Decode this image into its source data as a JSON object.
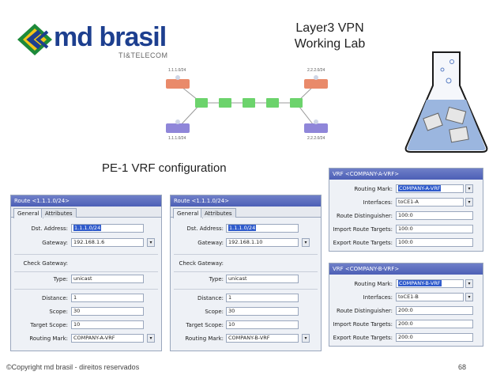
{
  "header": {
    "brand_name": "md brasil",
    "brand_tagline": "TI&TELECOM",
    "title_line1": "Layer3 VPN",
    "title_line2": "Working Lab"
  },
  "diagram": {
    "top_left_label": "1.1.1.0/24",
    "top_right_label": "2.2.2.0/24",
    "bottom_left_label": "1.1.1.0/24",
    "bottom_right_label": "2.2.2.0/24"
  },
  "section_label": "PE-1 VRF configuration",
  "route_a": {
    "title": "Route <1.1.1.0/24>",
    "tab_general": "General",
    "tab_attributes": "Attributes",
    "dst_label": "Dst. Address:",
    "dst_value": "1.1.1.0/24",
    "gateway_label": "Gateway:",
    "gateway_value": "192.168.1.6",
    "check_gateway_label": "Check Gateway:",
    "type_label": "Type:",
    "type_value": "unicast",
    "distance_label": "Distance:",
    "distance_value": "1",
    "scope_label": "Scope:",
    "scope_value": "30",
    "target_scope_label": "Target Scope:",
    "target_scope_value": "10",
    "routing_mark_label": "Routing Mark:",
    "routing_mark_value": "COMPANY-A-VRF"
  },
  "route_b": {
    "title": "Route <1.1.1.0/24>",
    "tab_general": "General",
    "tab_attributes": "Attributes",
    "dst_label": "Dst. Address:",
    "dst_value": "1.1.1.0/24",
    "gateway_label": "Gateway:",
    "gateway_value": "192.168.1.10",
    "check_gateway_label": "Check Gateway:",
    "type_label": "Type:",
    "type_value": "unicast",
    "distance_label": "Distance:",
    "distance_value": "1",
    "scope_label": "Scope:",
    "scope_value": "30",
    "target_scope_label": "Target Scope:",
    "target_scope_value": "10",
    "routing_mark_label": "Routing Mark:",
    "routing_mark_value": "COMPANY-B-VRF"
  },
  "vrf_a": {
    "title": "VRF <COMPANY-A-VRF>",
    "routing_mark_label": "Routing Mark:",
    "routing_mark_value": "COMPANY-A-VRF",
    "interfaces_label": "Interfaces:",
    "interfaces_value": "toCE1-A",
    "rd_label": "Route Distinguisher:",
    "rd_value": "100:0",
    "import_label": "Import Route Targets:",
    "import_value": "100:0",
    "export_label": "Export Route Targets:",
    "export_value": "100:0"
  },
  "vrf_b": {
    "title": "VRF <COMPANY-B-VRF>",
    "routing_mark_label": "Routing Mark:",
    "routing_mark_value": "COMPANY-B-VRF",
    "interfaces_label": "Interfaces:",
    "interfaces_value": "toCE1-B",
    "rd_label": "Route Distinguisher:",
    "rd_value": "200:0",
    "import_label": "Import Route Targets:",
    "import_value": "200:0",
    "export_label": "Export Route Targets:",
    "export_value": "200:0"
  },
  "footer": {
    "copyright": "©Copyright md brasil - direitos reservados",
    "page_number": "68"
  }
}
